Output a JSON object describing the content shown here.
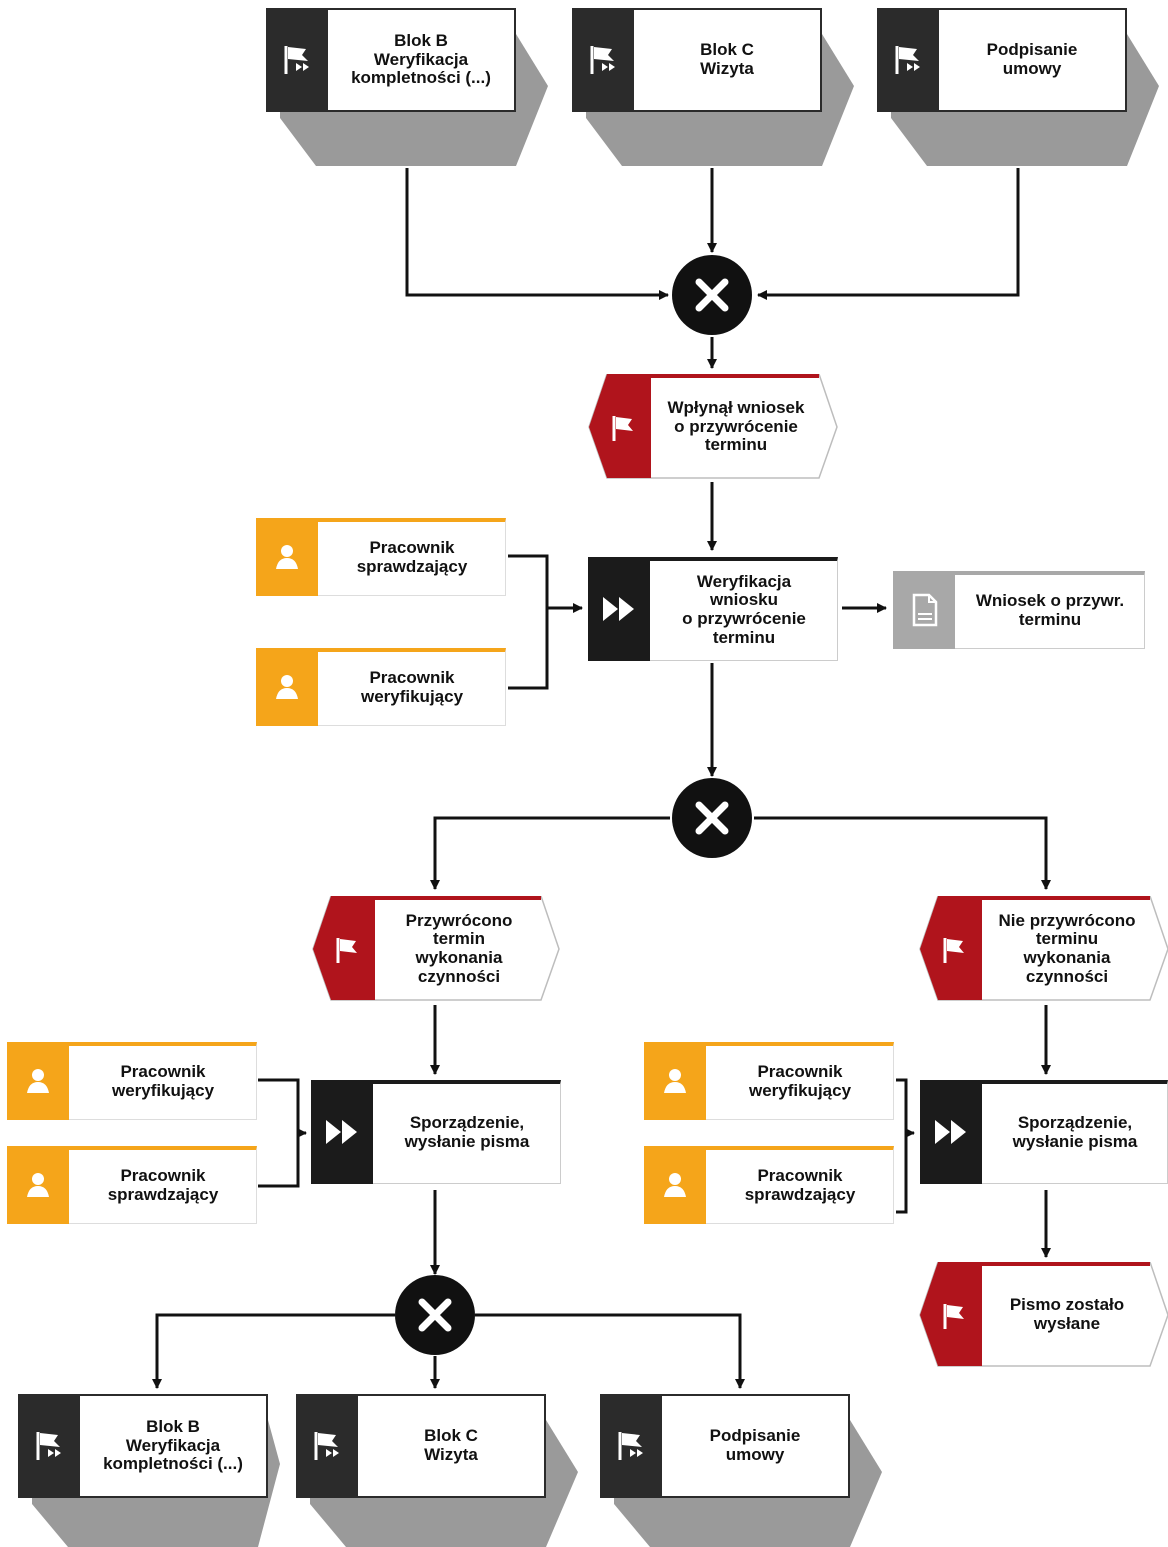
{
  "colors": {
    "process_dark": "#2b2b2b",
    "process_shadow": "#9a9a9a",
    "event_red": "#b0141c",
    "role_orange": "#f5a51a",
    "task_black": "#1b1b1b",
    "doc_gray": "#a8a8a8",
    "connector": "#111111"
  },
  "top_processes": {
    "blok_b": "Blok B\nWeryfikacja\nkompletności (...)",
    "blok_c": "Blok C\nWizyta",
    "podpisanie": "Podpisanie\numowy"
  },
  "event_wplynal": "Wpłynął wniosek\no przywrócenie\nterminu",
  "role_sprawdzajacy_1": "Pracownik\nsprawdzający",
  "role_weryfikujacy_1": "Pracownik\nweryfikujący",
  "task_weryfikacja": "Weryfikacja\nwniosku\no przywrócenie\nterminu",
  "document_wniosek": "Wniosek o przywr.\nterminu",
  "event_przywrocono": "Przywrócono\ntermin\nwykonania\nczynności",
  "event_nie_przywrocono": "Nie przywrócono\nterminu\nwykonania\nczynności",
  "left_branch": {
    "role_weryfikujacy": "Pracownik\nweryfikujący",
    "role_sprawdzajacy": "Pracownik\nsprawdzający",
    "task": "Sporządzenie,\nwysłanie pisma"
  },
  "right_branch": {
    "role_weryfikujacy": "Pracownik\nweryfikujący",
    "role_sprawdzajacy": "Pracownik\nsprawdzający",
    "task": "Sporządzenie,\nwysłanie pisma",
    "event_end": "Pismo zostało\nwysłane"
  },
  "bottom_processes": {
    "blok_b": "Blok B\nWeryfikacja\nkompletności (...)",
    "blok_c": "Blok C\nWizyta",
    "podpisanie": "Podpisanie\numowy"
  },
  "icons": {
    "process": "flag-forward-icon",
    "event": "flag-icon",
    "role": "person-icon",
    "task": "fast-forward-icon",
    "document": "document-icon",
    "gateway": "x-icon"
  }
}
